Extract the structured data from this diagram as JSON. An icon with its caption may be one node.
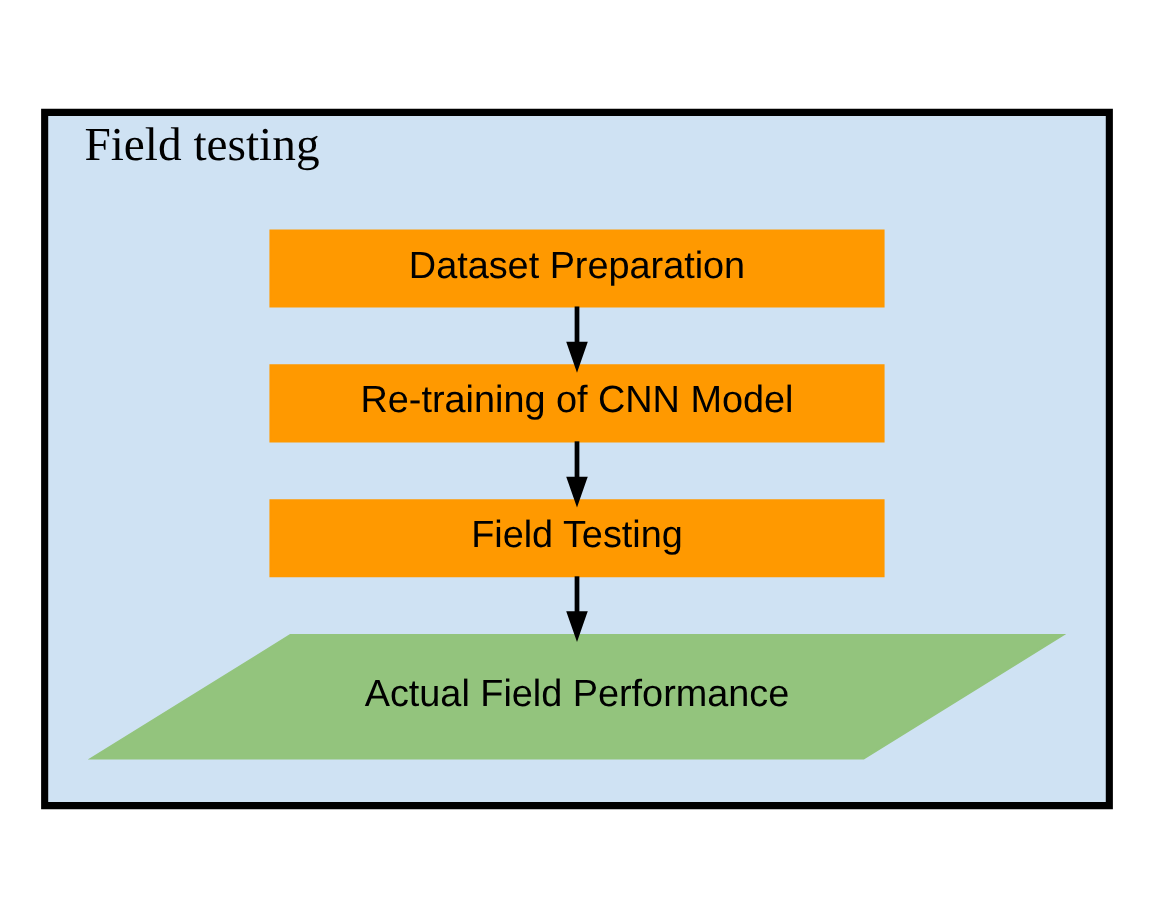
{
  "diagram": {
    "nodes": [
      {
        "text": [
          "Field testing"
        ]
      },
      {
        "text": [
          "Dataset Preparation"
        ],
        "in": 0
      },
      {
        "text": [
          "Re-training of CNN Model"
        ],
        "in": 0
      },
      {
        "text": [
          "Field Testing"
        ],
        "in": 0
      },
      {
        "text": [
          "Actual Field Performance"
        ],
        "in": 0
      }
    ],
    "edges": [
      {
        "from": 1,
        "to": 2,
        "arrow": "to"
      },
      {
        "from": 2,
        "to": 3,
        "arrow": "to"
      },
      {
        "from": 3,
        "to": 4,
        "arrow": "to"
      }
    ]
  }
}
